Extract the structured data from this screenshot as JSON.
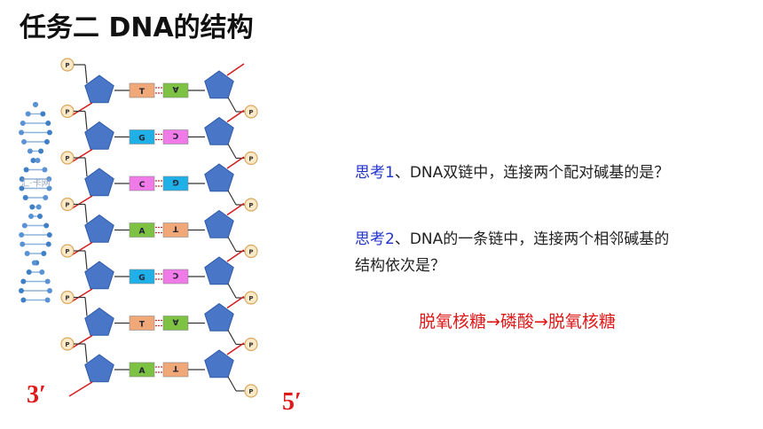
{
  "title": "任务二 DNA的结构",
  "question1": {
    "label": "思考1",
    "text": "、DNA双链中，连接两个配对碱基的是？"
  },
  "question2": {
    "label": "思考2",
    "text_line1": "、DNA的一条链中，连接两个相邻碱基的",
    "text_line2": "结构依次是？"
  },
  "answer": "脱氧核糖→磷酸→脱氧核糖",
  "strand_end_left": "3′",
  "strand_end_right": "5′",
  "phosphate_label": "P",
  "watermark": "汇·卡网",
  "base_pairs": [
    {
      "left": "T",
      "right": "A"
    },
    {
      "left": "G",
      "right": "C"
    },
    {
      "left": "C",
      "right": "G"
    },
    {
      "left": "A",
      "right": "T"
    },
    {
      "left": "G",
      "right": "C"
    },
    {
      "left": "T",
      "right": "A"
    },
    {
      "left": "A",
      "right": "T"
    }
  ],
  "colors": {
    "A": "#7dc242",
    "T": "#f0a878",
    "G": "#1fb0e8",
    "C": "#f07ae8",
    "sugar": "#4a76c8",
    "backbone": "#d42020",
    "answer": "#e01818",
    "label": "#2233cc"
  }
}
